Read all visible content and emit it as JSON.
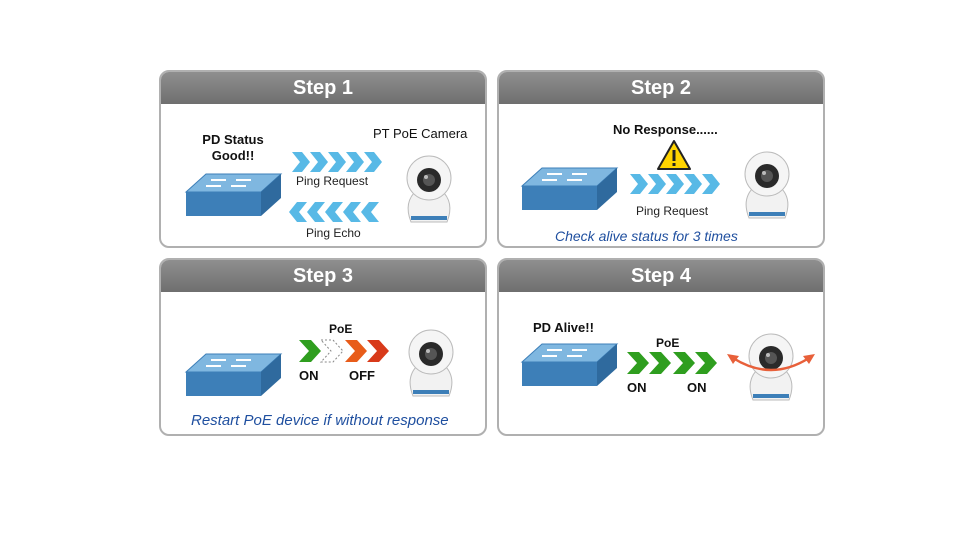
{
  "steps": [
    {
      "title": "Step 1",
      "status": "PD Status Good!!",
      "device_label": "PT PoE Camera",
      "arrow_request": "Ping Request",
      "arrow_echo": "Ping Echo"
    },
    {
      "title": "Step 2",
      "status": "No Response......",
      "arrow_request": "Ping Request",
      "caption": "Check alive status for 3 times"
    },
    {
      "title": "Step 3",
      "poe_label": "PoE",
      "on_label": "ON",
      "off_label": "OFF",
      "caption": "Restart PoE device if without response"
    },
    {
      "title": "Step 4",
      "status": "PD Alive!!",
      "poe_label": "PoE",
      "on_label": "ON",
      "on_label_2": "ON"
    }
  ],
  "colors": {
    "header": "#7a7a7a",
    "switch_top": "#7fb7e0",
    "switch_side": "#3d7fb8",
    "ping_arrow": "#58b9e6",
    "poe_green": "#2f9e1f",
    "poe_red": "#d83a1a",
    "caption_blue": "#1f4f9f",
    "rotate_arrow": "#e8603a"
  },
  "icons": [
    "network-switch-icon",
    "ip-camera-icon",
    "warning-triangle-icon",
    "rotate-arrow-icon"
  ]
}
